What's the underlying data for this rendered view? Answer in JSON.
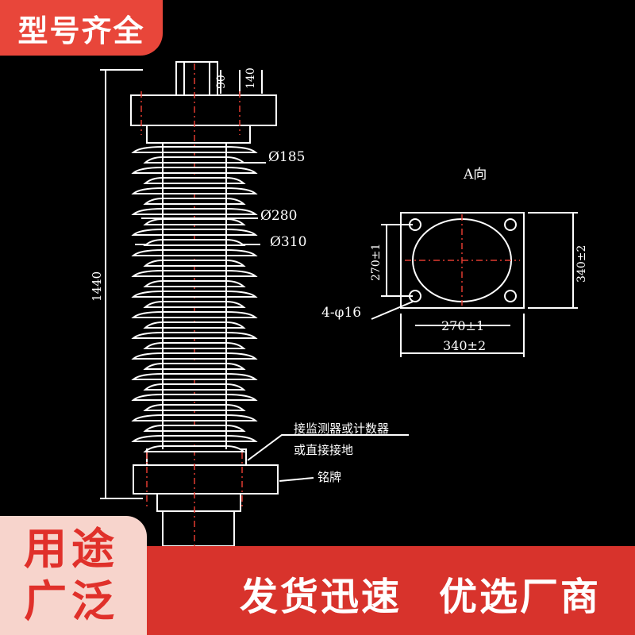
{
  "badges": {
    "top": "型号齐全",
    "left_line1": "用途",
    "left_line2": "广泛",
    "slogan1": "发货迅速",
    "slogan2": "优选厂商"
  },
  "drawing": {
    "dim_top_90": "90",
    "dim_top_140": "140",
    "total_height": "1440",
    "dia_185": "Ø185",
    "dia_280": "Ø280",
    "dia_310": "Ø310",
    "view_label": "A向",
    "holes": "4-φ16",
    "inner_width": "270±1",
    "outer_width": "340±2",
    "inner_height": "270±1",
    "outer_height": "340±2",
    "note1": "接监测器或计数器",
    "note2": "或直接接地",
    "nameplate": "铭牌"
  },
  "colors": {
    "accent": "#e8463a",
    "bar": "#d8332c",
    "badge_light": "#f7d4cc"
  }
}
